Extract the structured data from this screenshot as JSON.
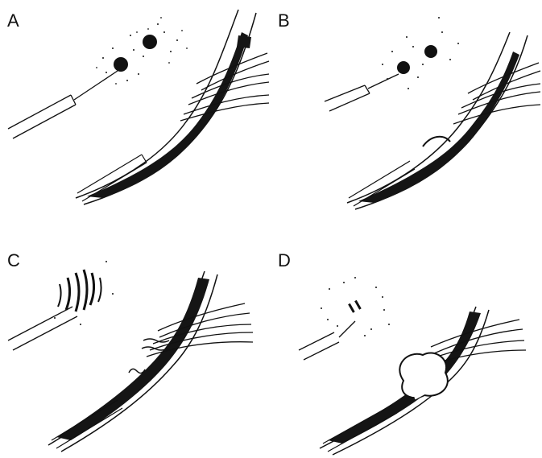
{
  "panels": [
    {
      "label": "A"
    },
    {
      "label": "B"
    },
    {
      "label": "C"
    },
    {
      "label": "D"
    }
  ],
  "colors": {
    "ink": "#111111",
    "paper": "#ffffff",
    "lumen": "#151515"
  }
}
